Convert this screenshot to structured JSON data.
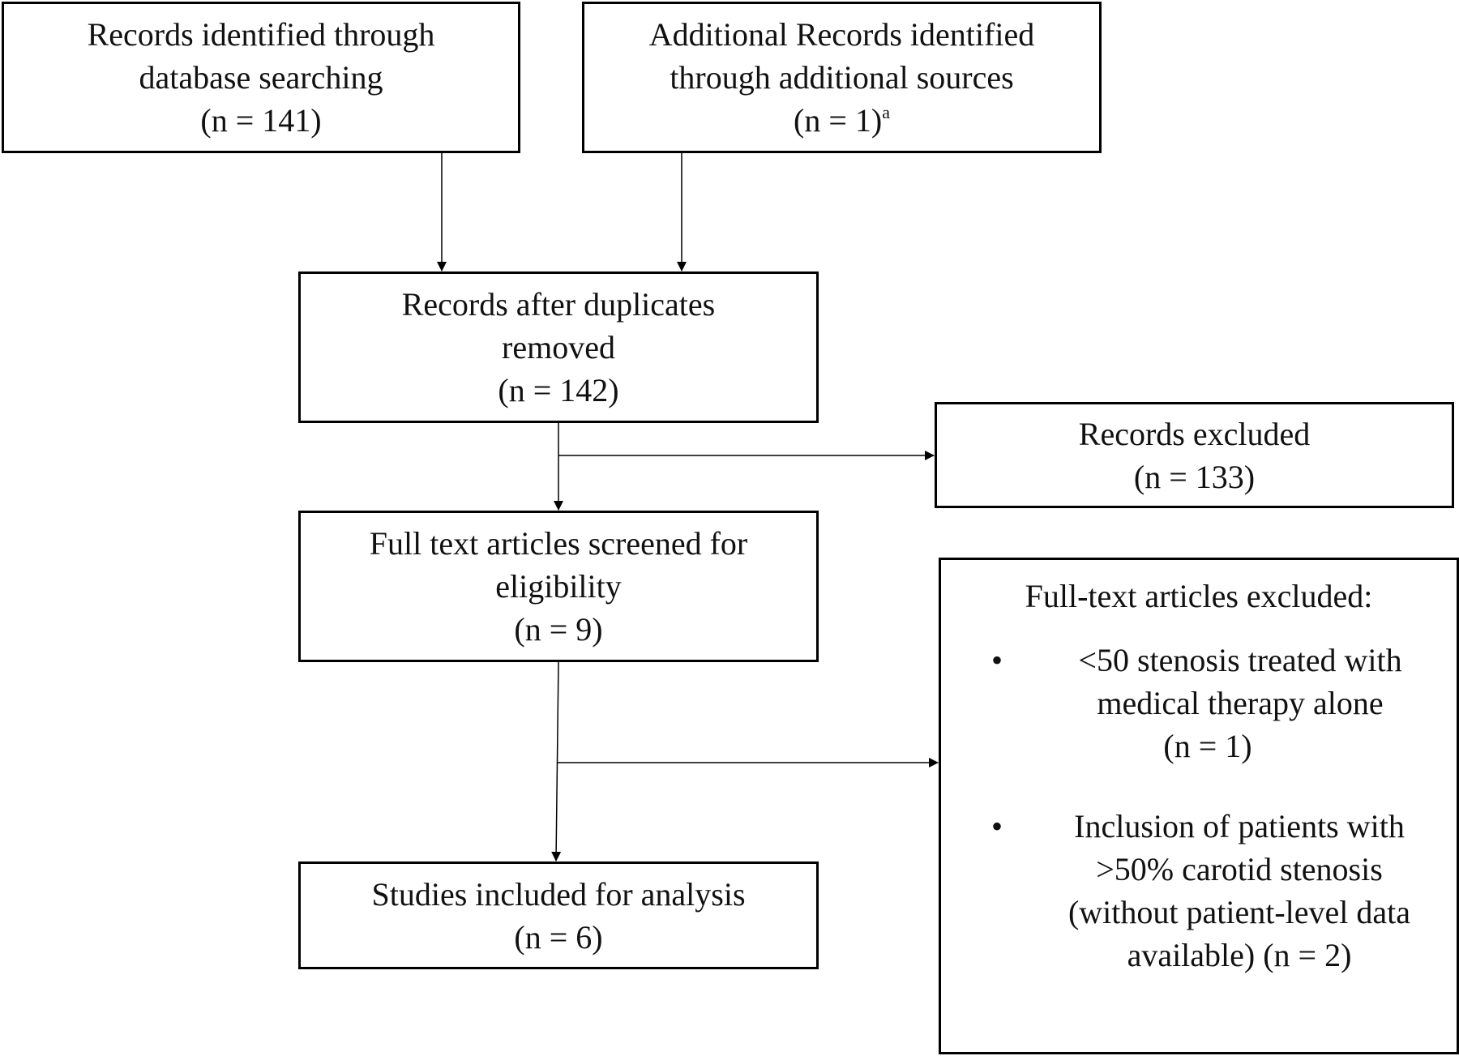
{
  "diagram": {
    "database_search": {
      "lines": [
        "Records identified through",
        "database searching",
        "(n = 141)"
      ]
    },
    "additional_sources": {
      "lines": [
        "Additional Records identified",
        "through additional sources"
      ],
      "count": "(n = 1)",
      "count_superscript": "a"
    },
    "after_duplicates": {
      "lines": [
        "Records after duplicates",
        "removed",
        "(n = 142)"
      ]
    },
    "records_excluded": {
      "lines": [
        "Records excluded",
        "(n = 133)"
      ]
    },
    "full_text_screened": {
      "lines": [
        "Full text articles screened for",
        "eligibility",
        "(n = 9)"
      ]
    },
    "studies_included": {
      "lines": [
        "Studies included for analysis",
        "(n = 6)"
      ]
    },
    "full_text_excluded": {
      "heading": "Full-text articles excluded:",
      "bullet": "•",
      "items": [
        {
          "lines": [
            "<50 stenosis treated with",
            "medical therapy alone",
            "(n = 1)"
          ]
        },
        {
          "lines": [
            "Inclusion of patients with",
            ">50% carotid stenosis",
            "(without patient-level data",
            "available) (n = 2)"
          ]
        }
      ]
    }
  }
}
